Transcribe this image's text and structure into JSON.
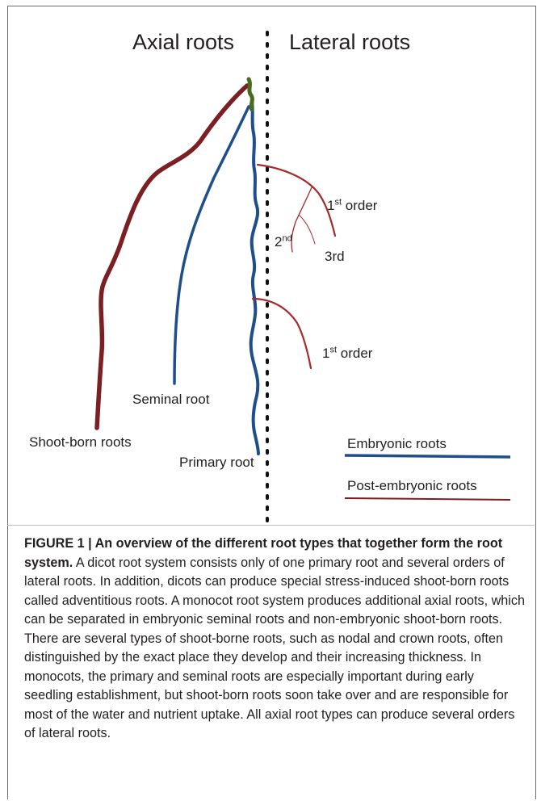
{
  "diagram": {
    "headers": {
      "left": "Axial roots",
      "right": "Lateral roots"
    },
    "labels": {
      "seminal_root": "Seminal root",
      "shoot_born_roots": "Shoot-born roots",
      "primary_root": "Primary root",
      "first_order_top": "1",
      "first_order_top_sup": "st",
      "first_order_top_suffix": " order",
      "second_order": "2",
      "second_order_sup": "nd",
      "third_order": "3rd",
      "first_order_bottom": "1",
      "first_order_bottom_sup": "st",
      "first_order_bottom_suffix": " order"
    },
    "legend": [
      {
        "label": "Embryonic roots",
        "color": "#1f4e8c"
      },
      {
        "label": "Post-embryonic roots",
        "color": "#7b1f22"
      }
    ],
    "colors": {
      "embryonic": "#1f4e8c",
      "post_embryonic": "#7b1f22",
      "shoot": "#4a6b1f",
      "lateral": "#a52a2a"
    }
  },
  "caption": {
    "title": "FIGURE 1 | An overview of the different root types that together form the root system.",
    "body": " A dicot root system consists only of one primary root and several orders of lateral roots. In addition, dicots can produce special stress-induced shoot-born roots called adventitious roots. A monocot root system produces additional axial roots, which can be separated in embryonic seminal roots and non-embryonic shoot-born roots. There are several types of shoot-borne roots, such as nodal and crown roots, often distinguished by the exact place they develop and their increasing thickness. In monocots, the primary and seminal roots are especially important during early seedling establishment, but shoot-born roots soon take over and are responsible for most of the water and nutrient uptake. All axial root types can produce several orders of lateral roots."
  }
}
